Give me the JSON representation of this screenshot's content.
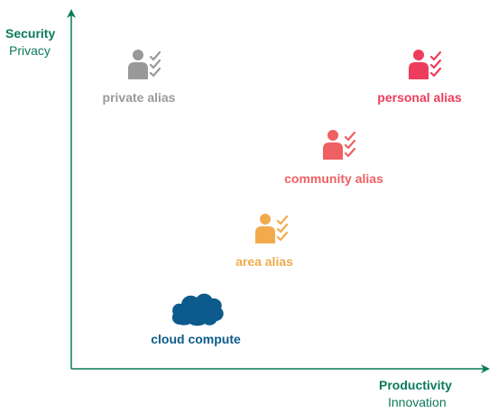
{
  "axes": {
    "y_title": "Security",
    "y_subtitle": "Privacy",
    "x_title": "Productivity",
    "x_subtitle": "Innovation",
    "color": "#0b7a5a"
  },
  "nodes": [
    {
      "id": "private",
      "label": "private alias",
      "color": "#999999",
      "icon": "user-checklist-icon"
    },
    {
      "id": "personal",
      "label": "personal alias",
      "color": "#ee3d5c",
      "icon": "user-checklist-icon"
    },
    {
      "id": "community",
      "label": "community alias",
      "color": "#ef6062",
      "icon": "user-checklist-icon"
    },
    {
      "id": "area",
      "label": "area alias",
      "color": "#f2ab4c",
      "icon": "user-checklist-icon"
    },
    {
      "id": "cloud",
      "label": "cloud compute",
      "color": "#0d5b8c",
      "icon": "cloud-icon"
    }
  ]
}
